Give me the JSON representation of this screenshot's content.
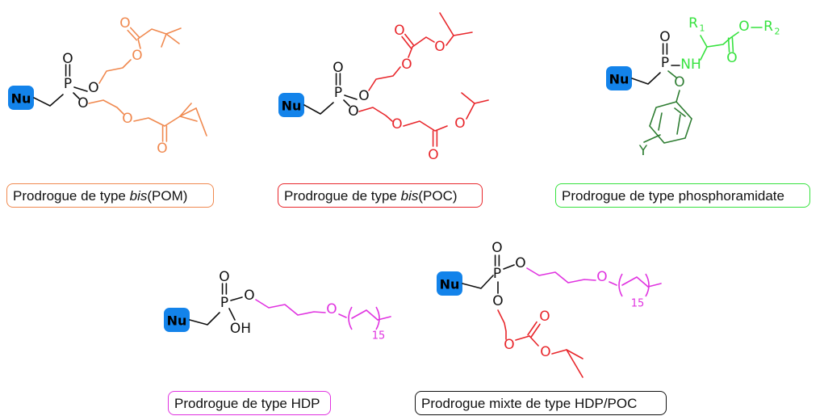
{
  "colors": {
    "black": "#111111",
    "orange": "#f0894f",
    "red": "#e8262b",
    "green": "#36e23e",
    "darkgreen": "#2e7d32",
    "magenta": "#e033e0",
    "nu_fill": "#1383ea"
  },
  "atoms": {
    "nu": "Nu",
    "p": "P",
    "o": "O",
    "oh": "OH",
    "nh": "NH",
    "y": "Y",
    "r": "R",
    "sub1": "1",
    "sub2": "2",
    "n15": "15"
  },
  "captions": {
    "pom": {
      "prefix": "Prodrogue de type ",
      "italic": "bis",
      "suffix": "(POM)"
    },
    "poc": {
      "prefix": "Prodrogue de type ",
      "italic": "bis",
      "suffix": "(POC)"
    },
    "phos": {
      "text": "Prodrogue de type phosphoramidate"
    },
    "hdp": {
      "text": "Prodrogue de type HDP"
    },
    "mixte": {
      "text": "Prodrogue mixte de type HDP/POC"
    }
  }
}
